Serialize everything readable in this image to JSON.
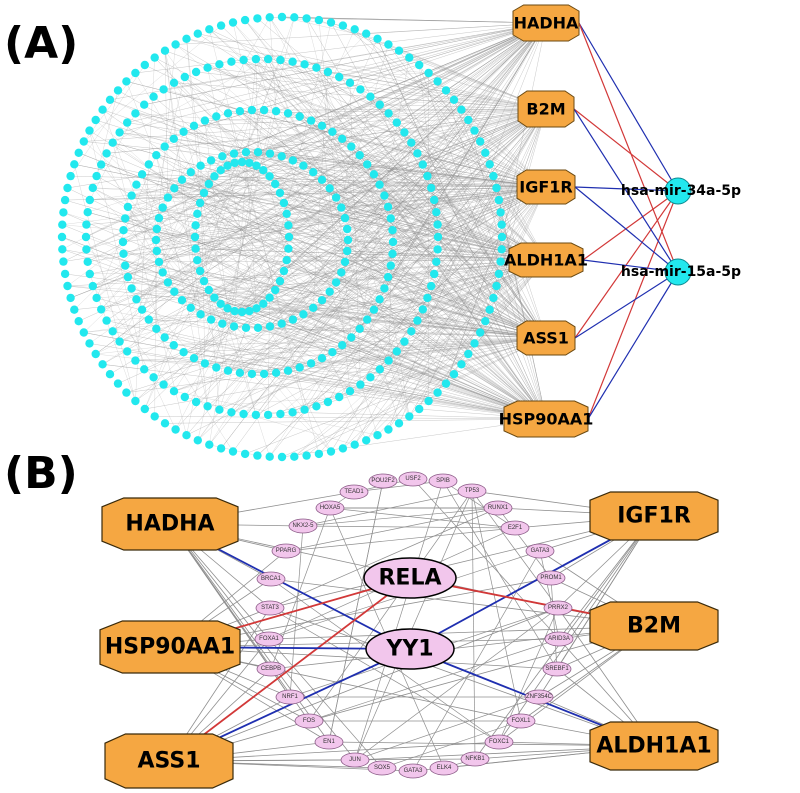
{
  "panel_a": {
    "label": "(A)",
    "genes": [
      "HADHA",
      "B2M",
      "IGF1R",
      "ALDH1A1",
      "ASS1",
      "HSP90AA1"
    ],
    "mirnas": [
      "hsa-mir-34a-5p",
      "hsa-mir-15a-5p"
    ]
  },
  "panel_b": {
    "label": "(B)",
    "genes": [
      "HADHA",
      "IGF1R",
      "HSP90AA1",
      "B2M",
      "ASS1",
      "ALDH1A1"
    ],
    "hubs": [
      "RELA",
      "YY1"
    ],
    "tfs": [
      "POU2F2",
      "USF2",
      "SPIB",
      "TEAD1",
      "TP53",
      "HOXA5",
      "RUNX1",
      "NKX2-5",
      "E2F1",
      "PPARG",
      "GATA3",
      "BRCA1",
      "PROM1",
      "STAT3",
      "PRRX2",
      "FOXA1",
      "ARID3A",
      "CEBPB",
      "SREBF1",
      "NRF1",
      "ZNF354C",
      "FOS",
      "FOXL1",
      "EN1",
      "FOXC1",
      "JUN",
      "NFKB1",
      "SOX5",
      "ELK4",
      "GATA3"
    ]
  },
  "colors": {
    "gene_fill": "#F5A742",
    "mirna_fill": "#22E8EE",
    "tf_fill": "#F2C6EC",
    "gray_edge": "#8f8f8f",
    "blue_edge": "#1f2fb0",
    "red_edge": "#d23838"
  }
}
